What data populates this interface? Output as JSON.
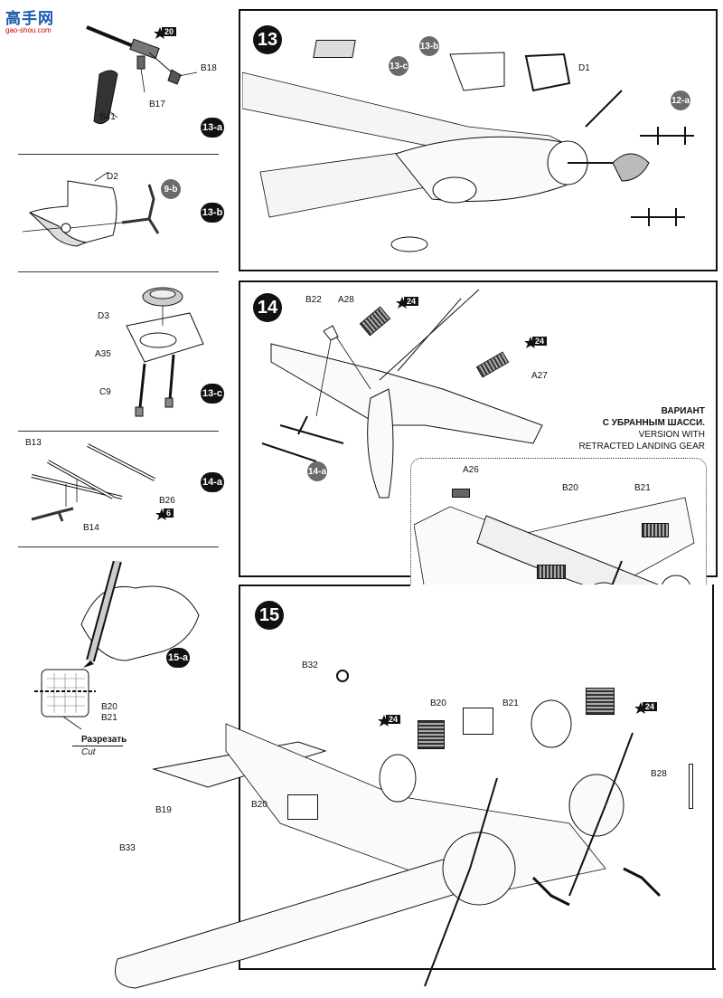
{
  "logo": {
    "text": "高手网",
    "url": "gao-shou.com"
  },
  "left_column": {
    "step_13a": {
      "tag": "13-a",
      "labels": [
        "B18",
        "B17",
        "B41"
      ],
      "paint_ref": "20"
    },
    "step_13b": {
      "tag": "13-b",
      "labels": [
        "D2"
      ],
      "ref_tag": "9-b"
    },
    "step_13c": {
      "tag": "13-c",
      "labels": [
        "D3",
        "A35",
        "C9"
      ]
    },
    "step_14a": {
      "tag": "14-a",
      "labels": [
        "B13",
        "B26",
        "B14"
      ],
      "paint_ref": "6"
    },
    "step_15a": {
      "tag": "15-a",
      "labels": [
        "B20",
        "B21"
      ],
      "cut_ru": "Разрезать",
      "cut_en": "Cut"
    }
  },
  "panel_13": {
    "step": "13",
    "tags": [
      "13-c",
      "13-b",
      "12-a"
    ],
    "labels": [
      "D1"
    ]
  },
  "panel_14": {
    "step": "14",
    "labels": [
      "B22",
      "A28",
      "A27"
    ],
    "paint_refs": [
      "24",
      "24"
    ],
    "tag": "14-a",
    "variant_ru_line1": "ВАРИАНТ",
    "variant_ru_line2": "С УБРАННЫМ ШАССИ.",
    "variant_en_line1": "VERSION WITH",
    "variant_en_line2": "RETRACTED LANDING GEAR",
    "inset_labels": [
      "A26",
      "B20",
      "B21"
    ]
  },
  "panel_15": {
    "step": "15",
    "labels": [
      "B32",
      "B20",
      "B21",
      "B28",
      "B19",
      "B20",
      "B33"
    ],
    "paint_refs": [
      "24",
      "24"
    ]
  }
}
